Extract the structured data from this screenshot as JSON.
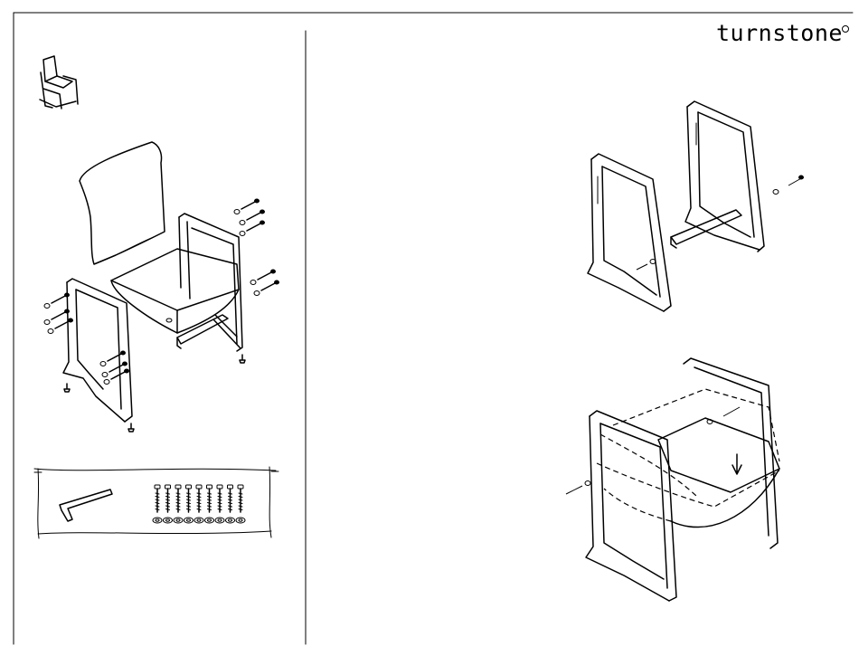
{
  "brand": {
    "name": "turnstone"
  },
  "panels": {
    "left": {
      "thumbnail": "chair-thumbnail-icon",
      "exploded_view": "exploded-chair-diagram",
      "parts_kit": {
        "tool": "allen-key-icon",
        "bolt_count": 9,
        "washer_count": 9
      }
    },
    "right": {
      "step_1": "frame-crossbar-assembly-diagram",
      "step_2": "seat-installation-diagram"
    }
  },
  "colors": {
    "ink": "#000000",
    "paper": "#ffffff"
  }
}
